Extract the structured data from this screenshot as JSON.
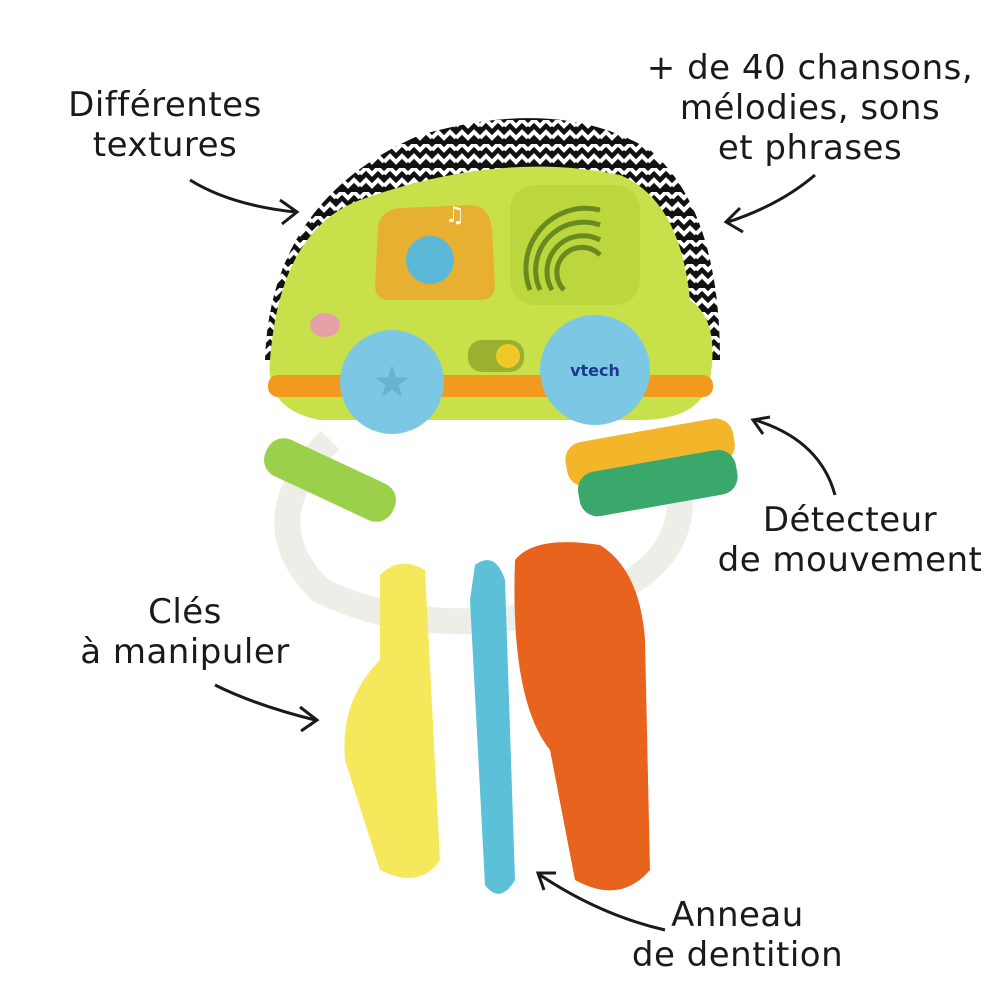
{
  "annotations": {
    "textures": [
      "Différentes",
      "textures"
    ],
    "songs": [
      "+ de 40 chansons,",
      "mélodies, sons",
      "et phrases"
    ],
    "motion": [
      "Détecteur",
      "de mouvement"
    ],
    "keys": [
      "Clés",
      "à manipuler"
    ],
    "teething": [
      "Anneau",
      "de dentition"
    ]
  },
  "product": {
    "brand_logo": "vtech"
  },
  "colors": {
    "car_body": "#c8e04a",
    "wheel": "#7cc8e4",
    "stripe": "#f29a1e",
    "yellow_key": "#f5e85a",
    "blue_key": "#5cc0d8",
    "orange_key": "#e8641e",
    "green_key": "#3aa86a"
  }
}
